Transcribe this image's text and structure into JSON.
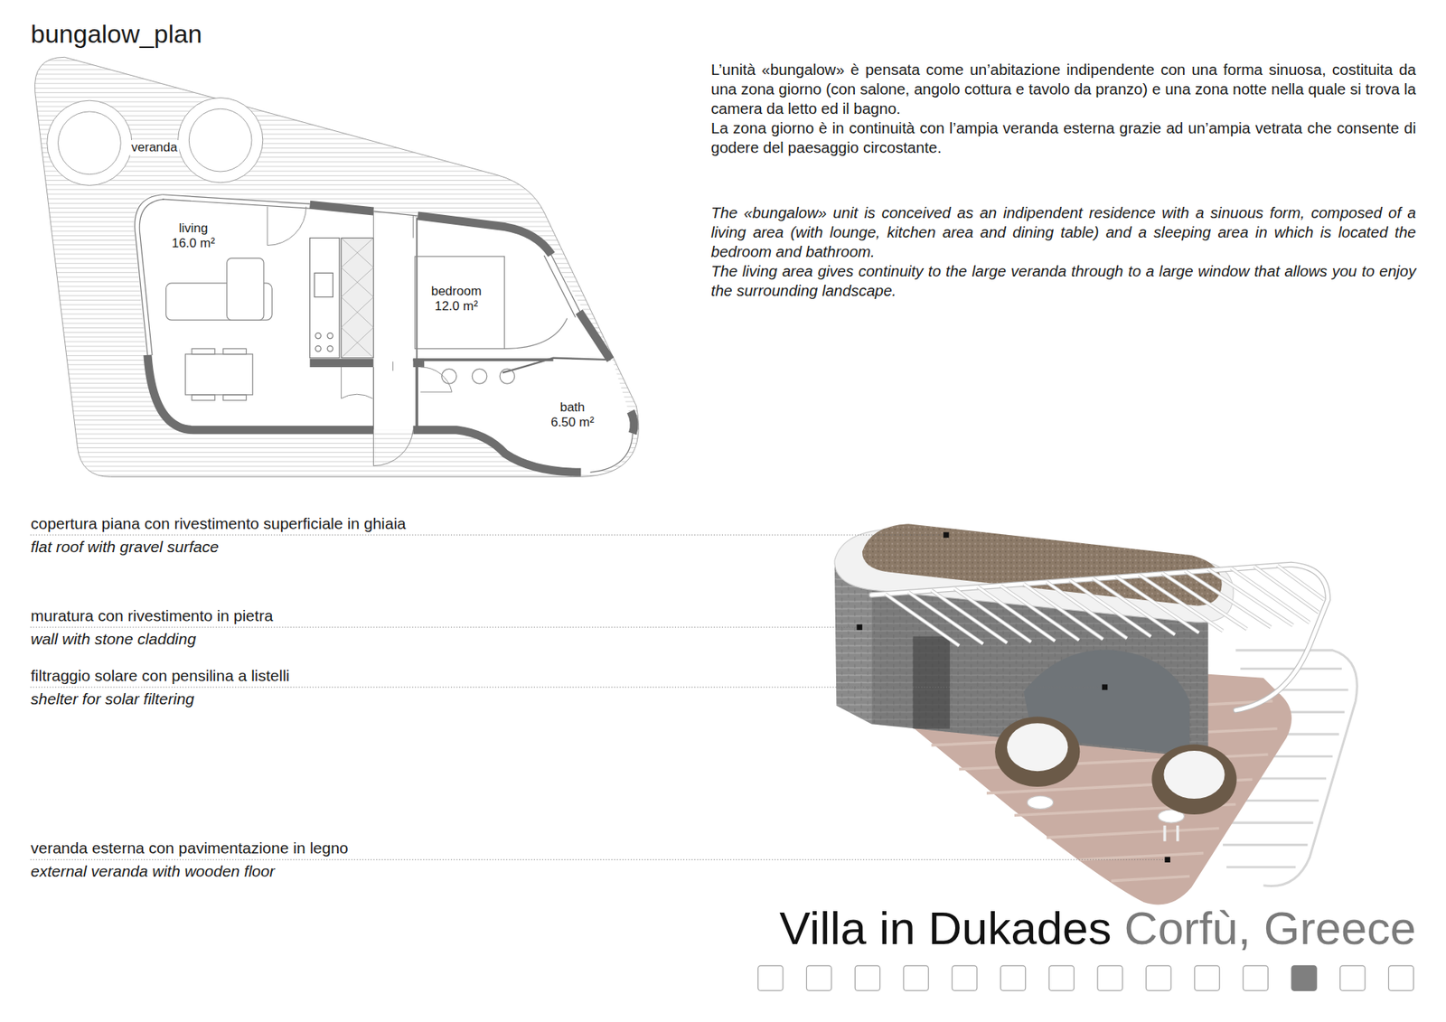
{
  "diagram": {
    "title": "bungalow_plan",
    "labels": [
      "veranda",
      "living",
      "16.0 m²",
      "bedroom",
      "12.0 m²",
      "bath",
      "6.50 m²",
      "L’unità «bungalow» è pensata come un’abitazione indipendente con una forma sinuosa, costituita da una zona giorno (con salone, angolo cottura e tavolo da pranzo) e una zona notte nella quale si trova la camera da letto ed il bagno.",
      "La zona giorno è in continuità con l’ampia veranda esterna grazie ad un’ampia vetrata che consente di godere del paesaggio circostante.",
      "The «bungalow» unit is conceived as an indipendent residence with a sinuous form, composed of a living area (with lounge, kitchen area and dining table) and a sleeping area in which is located the bedroom and bathroom.",
      "The living area gives continuity to the large veranda through to a large window that allows you to enjoy the surrounding landscape.",
      "copertura piana con rivestimento superficiale in ghiaia",
      "flat roof with gravel surface",
      "muratura con rivestimento in pietra",
      "wall with stone cladding",
      "filtraggio solare con pensilina a listelli",
      "shelter for solar filtering",
      "veranda esterna con pavimentazione in legno",
      "external veranda with wooden floor",
      "Villa in Dukades",
      "Corfù, Greece"
    ]
  }
}
